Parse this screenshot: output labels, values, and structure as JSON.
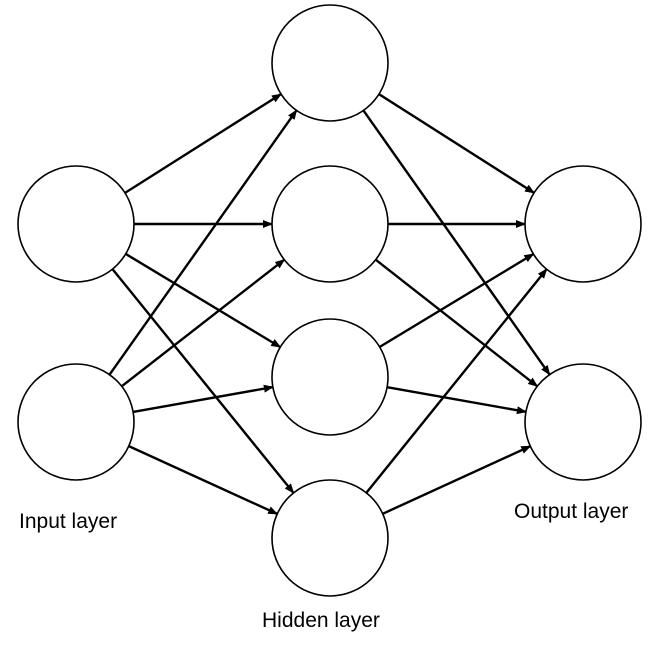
{
  "labels": {
    "input": "Input layer",
    "hidden": "Hidden layer",
    "output": "Output layer"
  },
  "layers": [
    {
      "id": "input",
      "node_count": 2
    },
    {
      "id": "hidden",
      "node_count": 4
    },
    {
      "id": "output",
      "node_count": 2
    }
  ],
  "connections": "fully-connected",
  "colors": {
    "stroke": "#000000",
    "fill": "#ffffff"
  }
}
